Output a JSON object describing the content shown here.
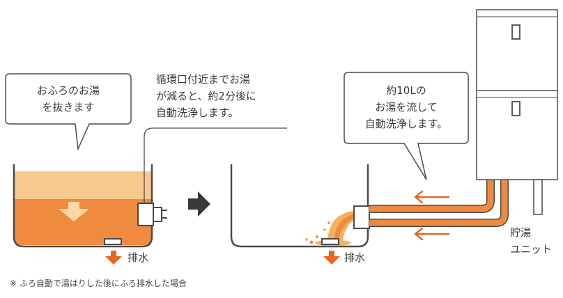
{
  "bubble_drain": {
    "line1": "おふろのお湯",
    "line2": "を抜きます"
  },
  "note_inlet": {
    "line1": "循環口付近までお湯",
    "line2": "が減ると、約2分後に",
    "line3": "自動洗浄します。"
  },
  "bubble_flush": {
    "line1": "約10Lの",
    "line2": "お湯を流して",
    "line3": "自動洗浄します。"
  },
  "drain_label_1": "排水",
  "drain_label_2": "排水",
  "storage_unit": {
    "line1": "貯湯",
    "line2": "ユニット"
  },
  "footnote": "※ ふろ自動で湯はりした後にふろ排水した場合",
  "colors": {
    "water_top": "#f8c98f",
    "water_bottom": "#ef8a3f",
    "accent_orange": "#e9661f",
    "outline": "#4a4a4a",
    "arrow_dark": "#3a3a3a"
  }
}
